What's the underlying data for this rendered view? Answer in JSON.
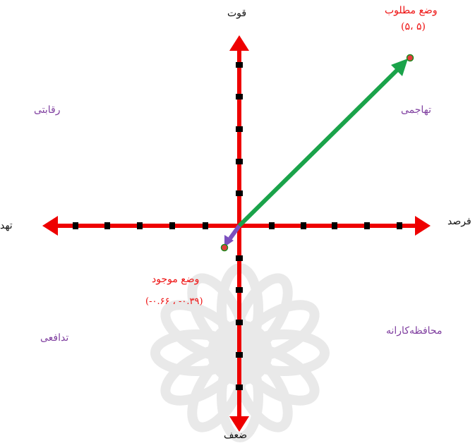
{
  "axes": {
    "top": "قوت",
    "bottom": "ضعف",
    "left": "تهد",
    "right": "فرصد"
  },
  "quadrants": {
    "top_left": "رقابتی",
    "top_right": "تهاجمی",
    "bottom_left": "تدافعی",
    "bottom_right": "محافظه‌کارانه"
  },
  "desired": {
    "label": "وضع مطلوب",
    "coords": "(۵، ۵)",
    "x": 5,
    "y": 5
  },
  "current": {
    "label": "وضع موجود",
    "coords": "(-۰.۶۶ ، -۰.۳۹)",
    "x": -0.39,
    "y": -0.66
  },
  "colors": {
    "axis": "#ee0000",
    "tick": "#000000",
    "vector_desired": "#1aa34a",
    "vector_current": "#7b4fbf",
    "point_fill": "#e43c3c",
    "point_stroke": "#1e8a1e",
    "quadrant_text": "#8040a0",
    "position_text": "#ee1111",
    "watermark": "#e9e9e9"
  }
}
